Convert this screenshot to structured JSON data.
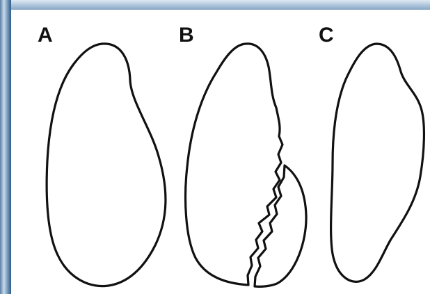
{
  "labels": {
    "a": "A",
    "b": "B",
    "c": "C"
  },
  "colors": {
    "frame": "#3a6b99",
    "background": "#ffffff",
    "outline": "#111111"
  }
}
